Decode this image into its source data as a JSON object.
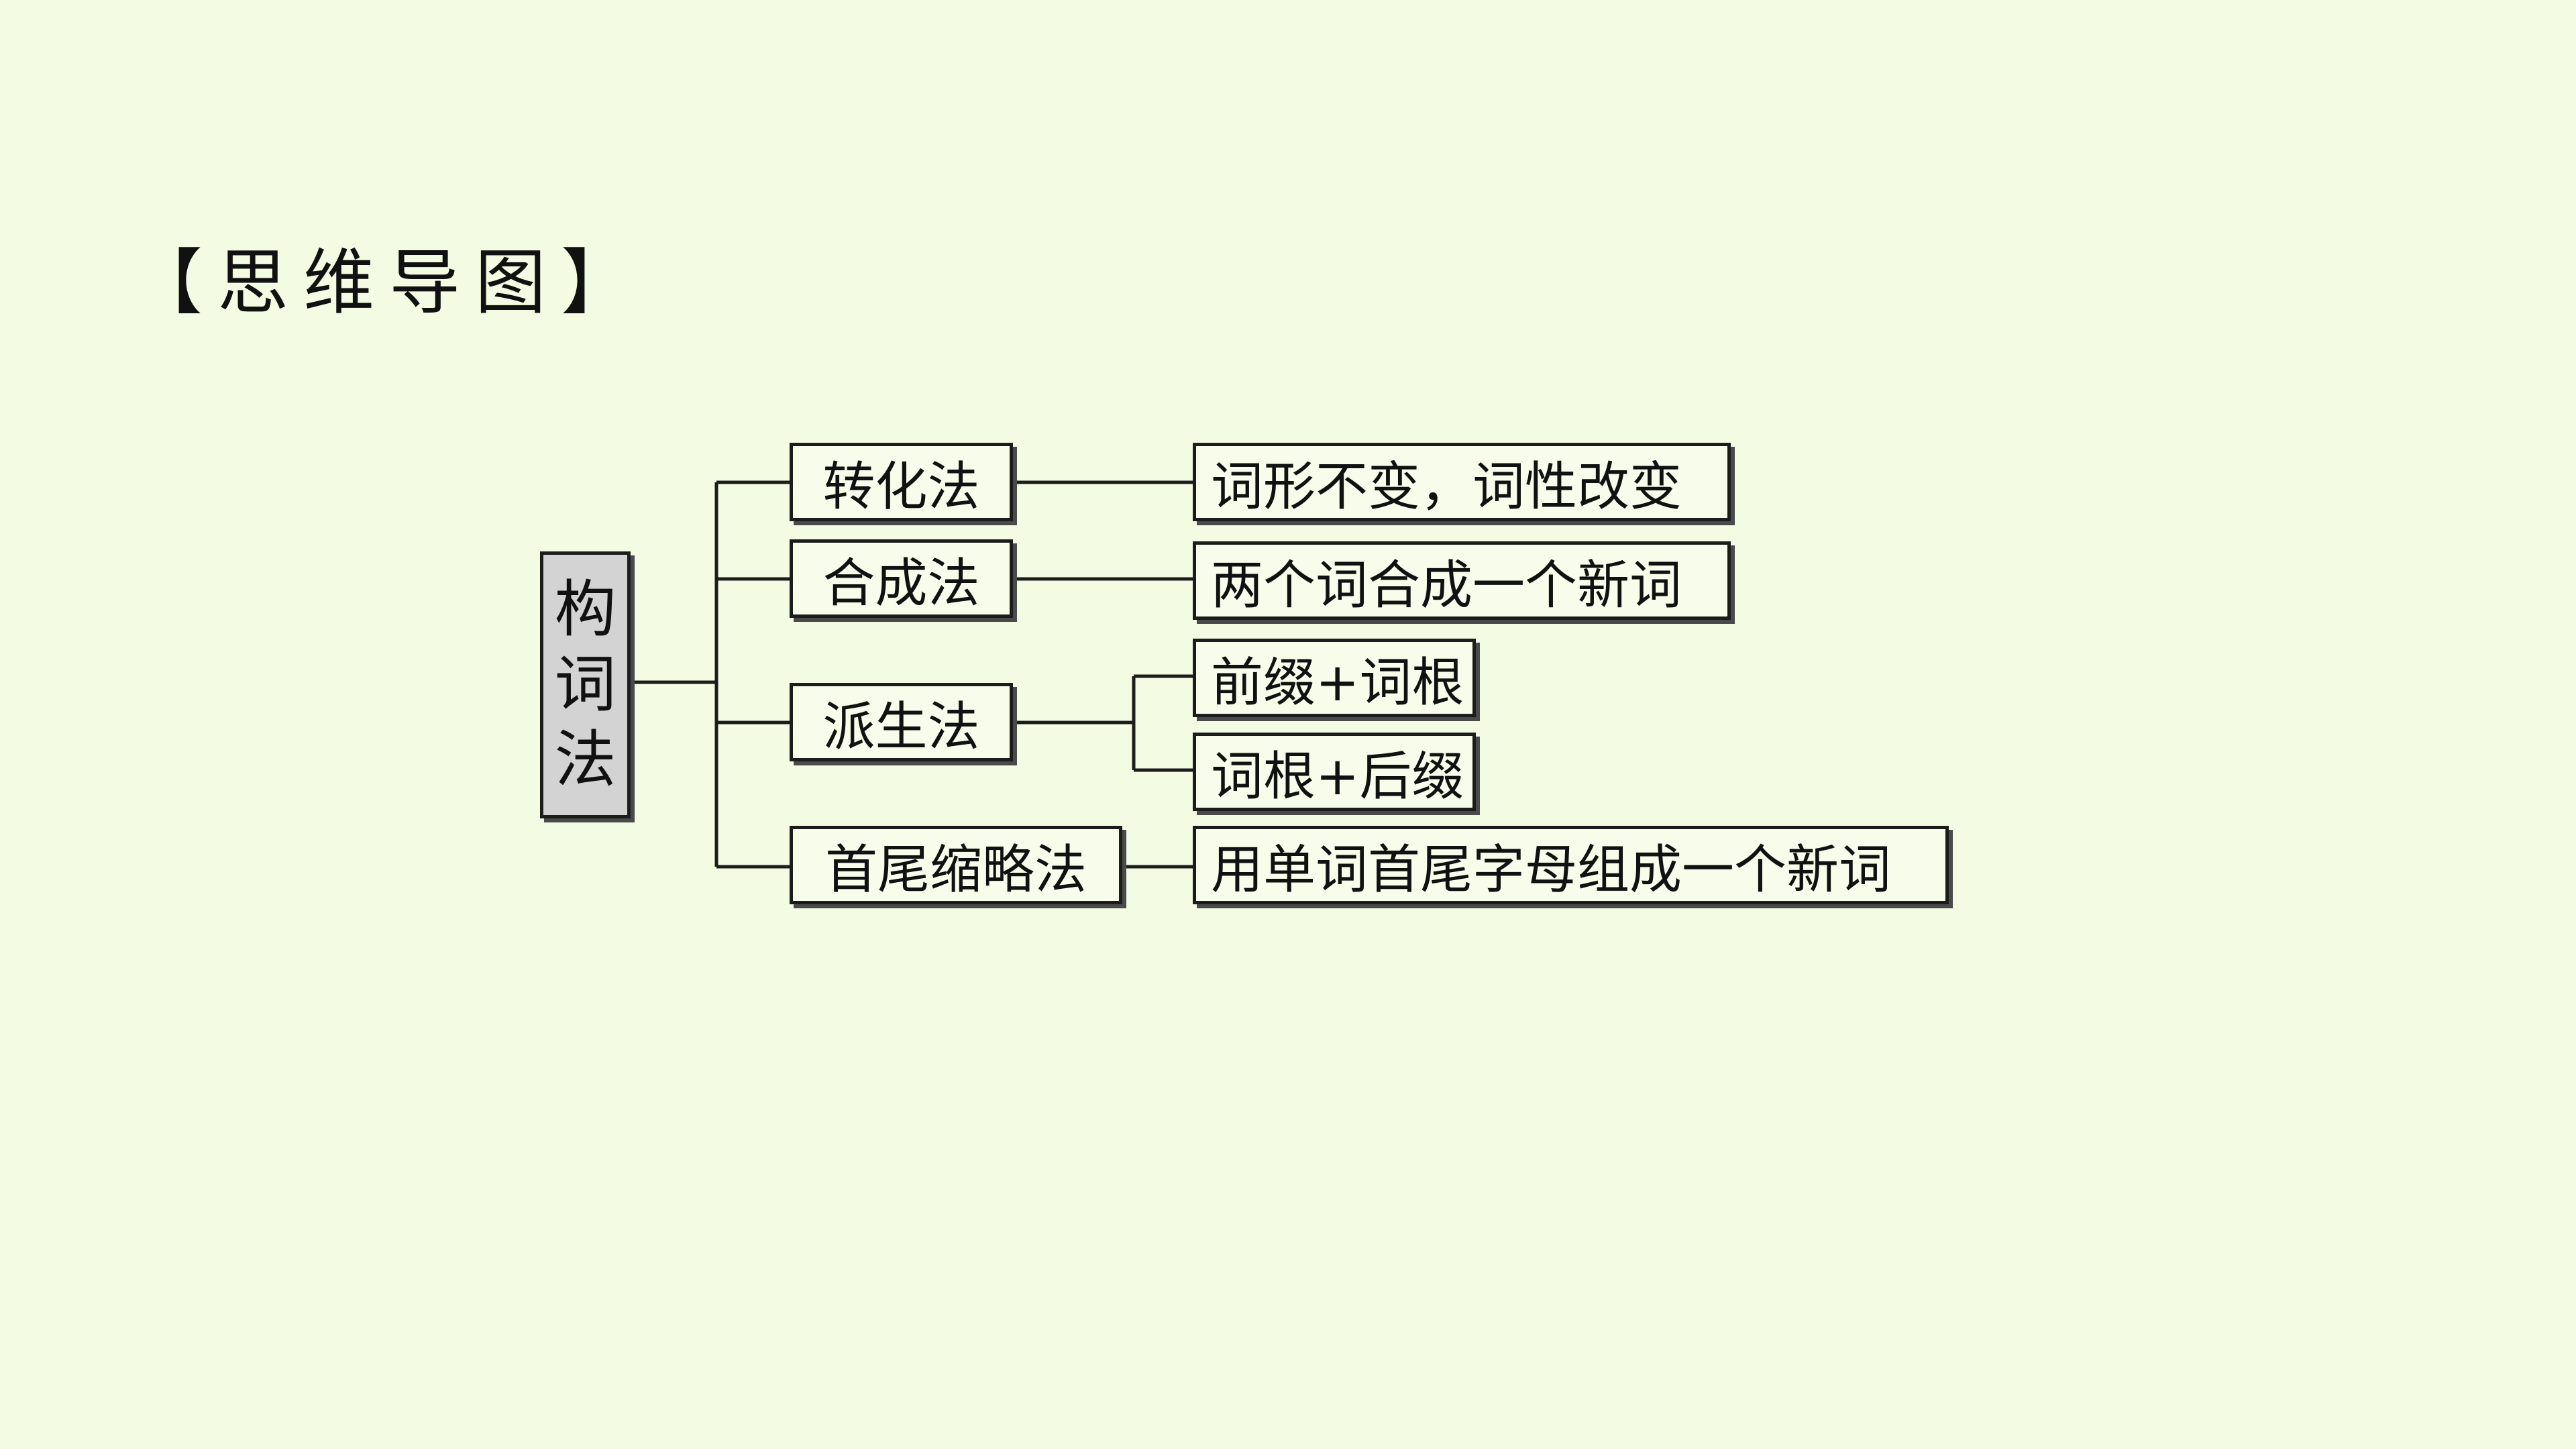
{
  "heading": {
    "text": "【思维导图】"
  },
  "mindmap": {
    "root": {
      "chars": [
        "构",
        "词",
        "法"
      ]
    },
    "methods": [
      {
        "label": "转化法",
        "details": [
          "词形不变，词性改变"
        ]
      },
      {
        "label": "合成法",
        "details": [
          "两个词合成一个新词"
        ]
      },
      {
        "label": "派生法",
        "details": [
          "前缀+词根",
          "词根+后缀"
        ]
      },
      {
        "label": "首尾缩略法",
        "details": [
          "用单词首尾字母组成一个新词"
        ]
      }
    ]
  }
}
